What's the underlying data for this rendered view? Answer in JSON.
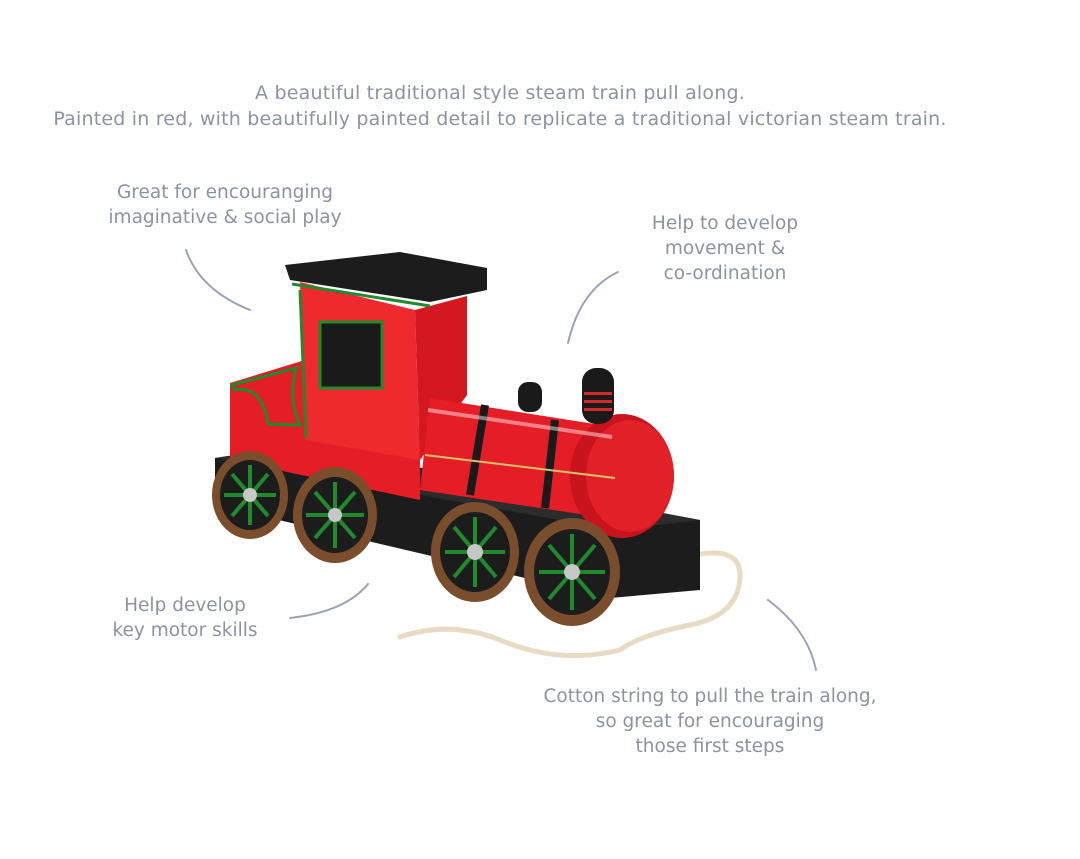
{
  "intro": {
    "line1": "A beautiful traditional style steam train pull along.",
    "line2": "Painted in red, with beautifully painted detail to replicate a traditional victorian steam train."
  },
  "callouts": {
    "play": {
      "line1": "Great for encouranging",
      "line2": "imaginative & social play"
    },
    "movement": {
      "line1": "Help to develop",
      "line2": "movement &",
      "line3": "co-ordination"
    },
    "motor": {
      "line1": "Help develop",
      "line2": "key motor skills"
    },
    "string": {
      "line1": "Cotton string to pull the train along,",
      "line2": "so great for encouraging",
      "line3": "those first steps"
    }
  },
  "colors": {
    "text": "#8a93a3",
    "train_red": "#e8202a",
    "trim_green": "#1f8a2e",
    "roof_black": "#1c1c1c",
    "wheel_brown": "#7a4e2c",
    "string_cream": "#ece3cf"
  },
  "image": {
    "subject": "red-wooden-steam-train-pull-along-toy"
  }
}
